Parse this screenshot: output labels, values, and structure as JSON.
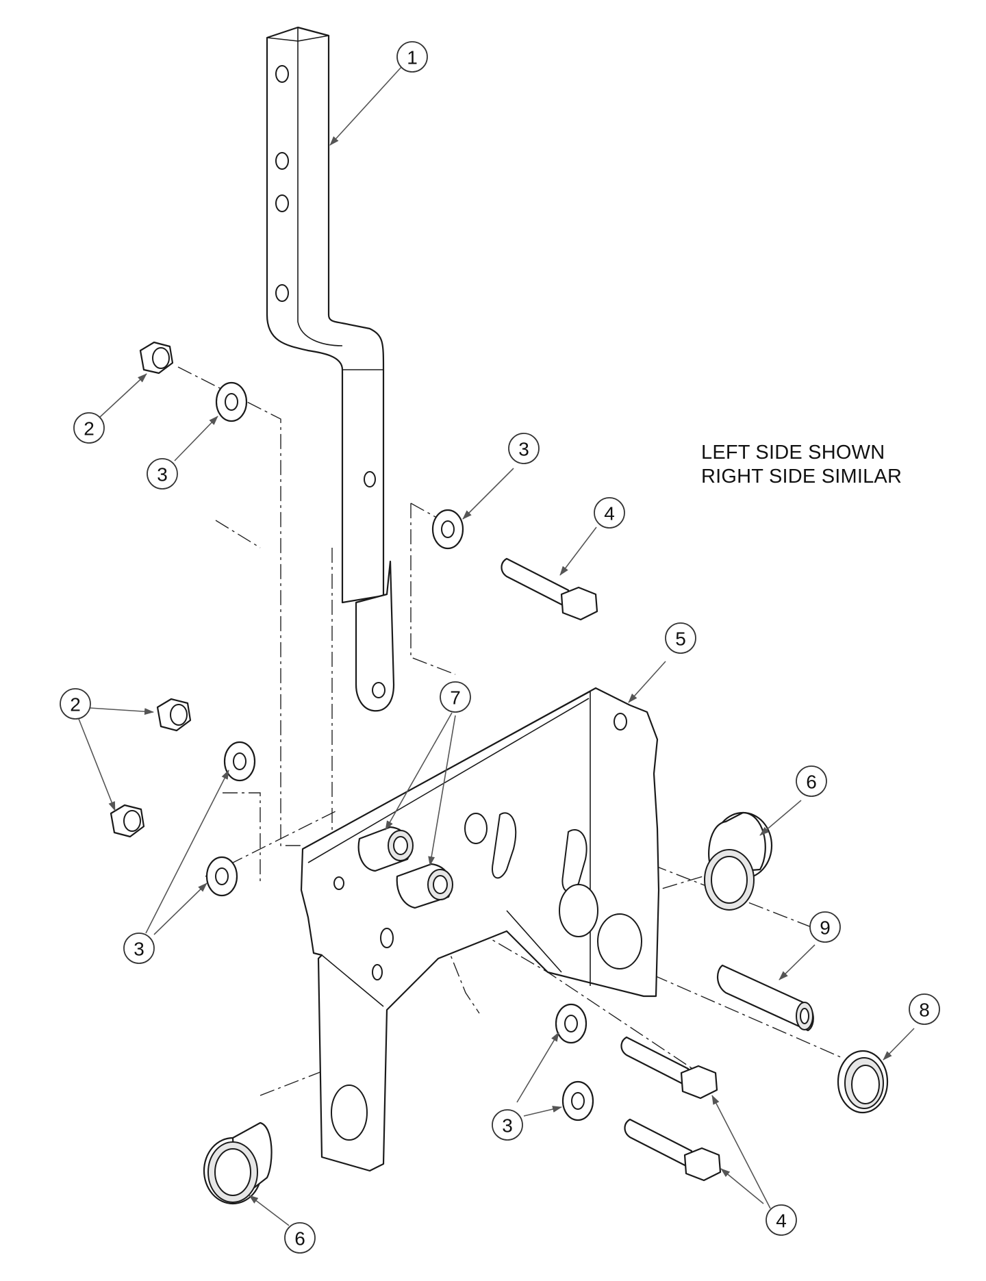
{
  "note": {
    "line1": "LEFT SIDE SHOWN",
    "line2": "RIGHT SIDE SIMILAR"
  },
  "callouts": {
    "c1": "1",
    "c2a": "2",
    "c2b": "2",
    "c3a": "3",
    "c3b": "3",
    "c3c": "3",
    "c3d": "3",
    "c4a": "4",
    "c4b": "4",
    "c5": "5",
    "c6a": "6",
    "c6b": "6",
    "c7": "7",
    "c8": "8",
    "c9": "9"
  },
  "colors": {
    "line": "#1a1a1a",
    "leader": "#555555",
    "background": "#ffffff"
  }
}
